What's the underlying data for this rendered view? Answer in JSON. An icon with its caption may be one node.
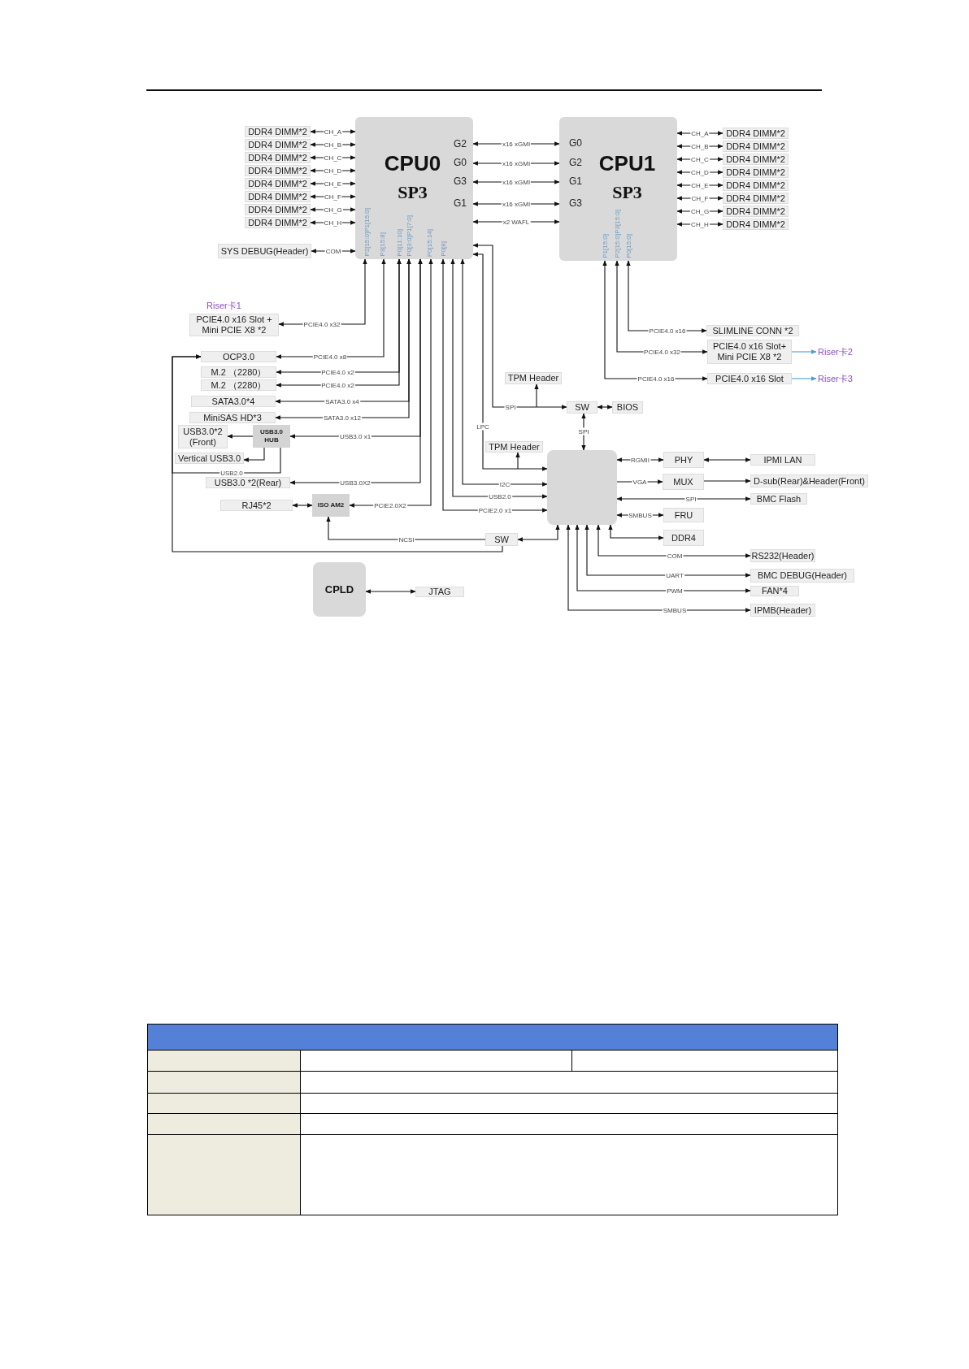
{
  "diagram": {
    "nodes": [
      {
        "text": [
          "CPU0",
          "SP3",
          "G2",
          "G0",
          "G3",
          "G1",
          "P2[15:0]P1[15:0]",
          "P3[15:8]",
          "P0[11:10]",
          "P0[3:0]P1[7:0]",
          "P0[15:14]",
          "P0[8]"
        ]
      },
      {
        "text": [
          "CPU1",
          "SP3",
          "G0",
          "G2",
          "G1",
          "G3",
          "P1[15:0]",
          "P2[15:0]P3[15:0]",
          "P0[15:0]"
        ]
      },
      {
        "text": [
          "DDR4 DIMM*2"
        ]
      },
      {
        "text": [
          "DDR4 DIMM*2"
        ]
      },
      {
        "text": [
          "DDR4 DIMM*2"
        ]
      },
      {
        "text": [
          "DDR4 DIMM*2"
        ]
      },
      {
        "text": [
          "DDR4 DIMM*2"
        ]
      },
      {
        "text": [
          "DDR4 DIMM*2"
        ]
      },
      {
        "text": [
          "DDR4 DIMM*2"
        ]
      },
      {
        "text": [
          "DDR4 DIMM*2"
        ]
      },
      {
        "text": [
          "DDR4 DIMM*2"
        ]
      },
      {
        "text": [
          "DDR4 DIMM*2"
        ]
      },
      {
        "text": [
          "DDR4 DIMM*2"
        ]
      },
      {
        "text": [
          "DDR4 DIMM*2"
        ]
      },
      {
        "text": [
          "DDR4 DIMM*2"
        ]
      },
      {
        "text": [
          "DDR4 DIMM*2"
        ]
      },
      {
        "text": [
          "DDR4 DIMM*2"
        ]
      },
      {
        "text": [
          "DDR4 DIMM*2"
        ]
      },
      {
        "text": [
          "SYS DEBUG(Header)"
        ]
      },
      {
        "text": [
          "PCIE4.0 x16 Slot + Mini PCIE X8 *2"
        ],
        "beside": [
          "Riser卡1"
        ]
      },
      {
        "text": [
          "OCP3.0"
        ]
      },
      {
        "text": [
          "M.2 （2280）"
        ]
      },
      {
        "text": [
          "M.2 （2280）"
        ]
      },
      {
        "text": [
          "SATA3.0*4"
        ]
      },
      {
        "text": [
          "MiniSAS HD*3"
        ]
      },
      {
        "text": [
          "USB3.0*2 (Front)"
        ]
      },
      {
        "text": [
          "USB3.0 HUB"
        ]
      },
      {
        "text": [
          "Vertical USB3.0"
        ]
      },
      {
        "text": [
          "USB3.0 *2(Rear)"
        ]
      },
      {
        "text": [
          "RJ45*2"
        ]
      },
      {
        "text": [
          "ISO AM2"
        ]
      },
      {
        "text": [
          "SLIMLINE CONN *2"
        ]
      },
      {
        "text": [
          "PCIE4.0 x16 Slot+ Mini PCIE X8 *2"
        ]
      },
      {
        "text": [
          "Riser卡2"
        ]
      },
      {
        "text": [
          "PCIE4.0 x16 Slot"
        ]
      },
      {
        "text": [
          "Riser卡3"
        ]
      },
      {
        "text": [
          "TPM Header"
        ]
      },
      {
        "text": [
          "SW"
        ]
      },
      {
        "text": [
          "BIOS"
        ]
      },
      {
        "text": [
          "TPM Header"
        ]
      },
      {
        "text": [],
        "shape": "box"
      },
      {
        "text": [
          "PHY"
        ]
      },
      {
        "text": [
          "IPMI LAN"
        ]
      },
      {
        "text": [
          "MUX"
        ]
      },
      {
        "text": [
          "D-sub(Rear)&Header(Front)"
        ]
      },
      {
        "text": [
          "BMC Flash"
        ]
      },
      {
        "text": [
          "FRU"
        ]
      },
      {
        "text": [
          "DDR4"
        ]
      },
      {
        "text": [
          "RS232(Header)"
        ]
      },
      {
        "text": [
          "BMC DEBUG(Header)"
        ]
      },
      {
        "text": [
          "FAN*4"
        ]
      },
      {
        "text": [
          "IPMB(Header)"
        ]
      },
      {
        "text": [
          "SW"
        ]
      },
      {
        "text": [
          "CPLD"
        ]
      },
      {
        "text": [
          "JTAG"
        ]
      }
    ],
    "edges": [
      {
        "from": 0,
        "to": 2,
        "arrow": "both",
        "label": "CH_A"
      },
      {
        "from": 0,
        "to": 3,
        "arrow": "both",
        "label": "CH_B"
      },
      {
        "from": 0,
        "to": 4,
        "arrow": "both",
        "label": "CH_C"
      },
      {
        "from": 0,
        "to": 5,
        "arrow": "both",
        "label": "CH_D"
      },
      {
        "from": 0,
        "to": 6,
        "arrow": "both",
        "label": "CH_E"
      },
      {
        "from": 0,
        "to": 7,
        "arrow": "both",
        "label": "CH_F"
      },
      {
        "from": 0,
        "to": 8,
        "arrow": "both",
        "label": "CH_G"
      },
      {
        "from": 0,
        "to": 9,
        "arrow": "both",
        "label": "CH_H"
      },
      {
        "from": 1,
        "to": 10,
        "arrow": "both",
        "label": "CH_A"
      },
      {
        "from": 1,
        "to": 11,
        "arrow": "both",
        "label": "CH_B"
      },
      {
        "from": 1,
        "to": 12,
        "arrow": "both",
        "label": "CH_C"
      },
      {
        "from": 1,
        "to": 13,
        "arrow": "both",
        "label": "CH_D"
      },
      {
        "from": 1,
        "to": 14,
        "arrow": "both",
        "label": "CH_E"
      },
      {
        "from": 1,
        "to": 15,
        "arrow": "both",
        "label": "CH_F"
      },
      {
        "from": 1,
        "to": 16,
        "arrow": "both",
        "label": "CH_G"
      },
      {
        "from": 1,
        "to": 17,
        "arrow": "both",
        "label": "CH_H"
      },
      {
        "from": 1,
        "to": 0,
        "arrow": "both",
        "label": "x16 xGMI"
      },
      {
        "from": 1,
        "to": 0,
        "arrow": "both",
        "label": "x16 xGMI"
      },
      {
        "from": 1,
        "to": 0,
        "arrow": "both",
        "label": "x16 xGMI"
      },
      {
        "from": 1,
        "to": 0,
        "arrow": "both",
        "label": "x16 xGMI"
      },
      {
        "from": 1,
        "to": 0,
        "arrow": "both",
        "label": "x2 WAFL"
      },
      {
        "from": 0,
        "to": 18,
        "arrow": "both",
        "label": "COM"
      },
      {
        "from": 0,
        "to": 19,
        "arrow": "both",
        "label": "PCIE4.0 x32"
      },
      {
        "from": 0,
        "to": 20,
        "arrow": "both",
        "label": "PCIE4.0 x8"
      },
      {
        "from": 0,
        "to": 21,
        "arrow": "both",
        "label": "PCIE4.0 x2"
      },
      {
        "from": 0,
        "to": 22,
        "arrow": "both",
        "label": "PCIE4.0 x2"
      },
      {
        "from": 0,
        "to": 23,
        "arrow": "both",
        "label": "SATA3.0 x4"
      },
      {
        "from": 0,
        "to": 24,
        "arrow": "both",
        "label": "SATA3.0 x12"
      },
      {
        "from": 0,
        "to": 26,
        "arrow": "both",
        "label": "USB3.0 x1"
      },
      {
        "from": 26,
        "to": 25,
        "arrow": "to"
      },
      {
        "from": 26,
        "to": 27,
        "arrow": "to"
      },
      {
        "from": 26,
        "to": 20,
        "arrow": "to",
        "label": "USB2.0"
      },
      {
        "from": 0,
        "to": 28,
        "arrow": "both",
        "label": "USB3.0X2"
      },
      {
        "from": 0,
        "to": 30,
        "arrow": "both",
        "label": "PCIE2.0X2"
      },
      {
        "from": 29,
        "to": 30,
        "arrow": "both"
      },
      {
        "from": 1,
        "to": 31,
        "arrow": "both",
        "label": "PCIE4.0 x16"
      },
      {
        "from": 1,
        "to": 32,
        "arrow": "both",
        "label": "PCIE4.0 x32"
      },
      {
        "from": 1,
        "to": 34,
        "arrow": "both",
        "label": "PCIE4.0 x16"
      },
      {
        "from": 32,
        "to": 33,
        "arrow": "to",
        "color": "#4a9fd0"
      },
      {
        "from": 34,
        "to": 35,
        "arrow": "to",
        "color": "#4a9fd0"
      },
      {
        "from": 0,
        "to": 37,
        "arrow": "both",
        "label": "SPI"
      },
      {
        "from": 0,
        "to": 36,
        "arrow": "both"
      },
      {
        "from": 37,
        "to": 38,
        "arrow": "both"
      },
      {
        "from": 37,
        "to": 40,
        "arrow": "both",
        "label": "SPI"
      },
      {
        "from": 0,
        "to": 40,
        "arrow": "both",
        "label": "LPC"
      },
      {
        "from": 0,
        "to": 39,
        "arrow": "both"
      },
      {
        "from": 0,
        "to": 40,
        "arrow": "both",
        "label": "I2C"
      },
      {
        "from": 0,
        "to": 40,
        "arrow": "both",
        "label": "USB2.0"
      },
      {
        "from": 0,
        "to": 40,
        "arrow": "both",
        "label": "PCIE2.0 x1"
      },
      {
        "from": 40,
        "to": 41,
        "arrow": "both",
        "label": "RGMII"
      },
      {
        "from": 41,
        "to": 42,
        "arrow": "both"
      },
      {
        "from": 40,
        "to": 43,
        "arrow": "to",
        "label": "VGA"
      },
      {
        "from": 43,
        "to": 44,
        "arrow": "to"
      },
      {
        "from": 40,
        "to": 45,
        "arrow": "both",
        "label": "SPI"
      },
      {
        "from": 40,
        "to": 46,
        "arrow": "both",
        "label": "SMBUS"
      },
      {
        "from": 40,
        "to": 47,
        "arrow": "both"
      },
      {
        "from": 40,
        "to": 48,
        "arrow": "both",
        "label": "COM"
      },
      {
        "from": 40,
        "to": 49,
        "arrow": "both",
        "label": "UART"
      },
      {
        "from": 40,
        "to": 50,
        "arrow": "both",
        "label": "PWM"
      },
      {
        "from": 40,
        "to": 51,
        "arrow": "both",
        "label": "SMBUS"
      },
      {
        "from": 40,
        "to": 52,
        "arrow": "both"
      },
      {
        "from": 52,
        "to": 30,
        "arrow": "to",
        "label": "NCSI"
      },
      {
        "from": 52,
        "to": 20,
        "arrow": "to"
      },
      {
        "from": 53,
        "to": 54,
        "arrow": "both"
      }
    ]
  }
}
